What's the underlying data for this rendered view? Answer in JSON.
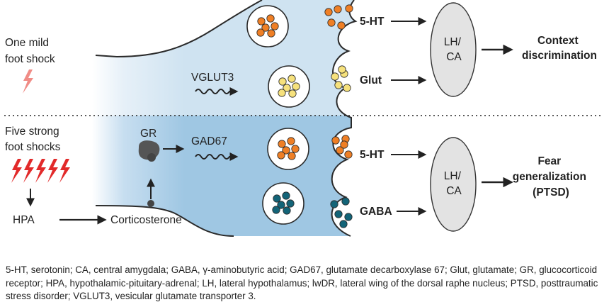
{
  "colors": {
    "top_fill": "#cfe3f1",
    "bottom_fill": "#9fc7e3",
    "serotonin": "#ef7f25",
    "glutamate": "#f6e17c",
    "gaba": "#136478",
    "shock_top": "#f08c86",
    "shock_bottom": "#e22a2a",
    "target": "#e3e3e3",
    "receptor": "#555555"
  },
  "icons": {
    "shock": "lightning-bolt-icon",
    "arrow": "right-arrow-icon",
    "wave": "squiggle-arrow-icon"
  },
  "top_panel": {
    "condition": [
      "One mild",
      "foot shock"
    ],
    "gene": "VGLUT3",
    "transmitters": [
      "5-HT",
      "Glut"
    ],
    "target": [
      "LH/",
      "CA"
    ],
    "outcome": [
      "Context",
      "discrimination"
    ]
  },
  "bottom_panel": {
    "condition": [
      "Five strong",
      "foot shocks"
    ],
    "receptor": "GR",
    "gene": "GAD67",
    "transmitters": [
      "5-HT",
      "GABA"
    ],
    "axis": "HPA",
    "hormone": "Corticosterone",
    "target": [
      "LH/",
      "CA"
    ],
    "outcome": [
      "Fear",
      "generalization",
      "(PTSD)"
    ]
  },
  "caption": "5-HT, serotonin; CA, central amygdala; GABA, γ-aminobutyric acid; GAD67, glutamate decarboxylase 67; Glut, glutamate; GR, glucocorticoid receptor; HPA, hypothalamic-pituitary-adrenal; LH, lateral hypothalamus; lwDR, lateral wing of the dorsal raphe nucleus; PTSD, posttraumatic stress disorder; VGLUT3, vesicular glutamate transporter 3."
}
